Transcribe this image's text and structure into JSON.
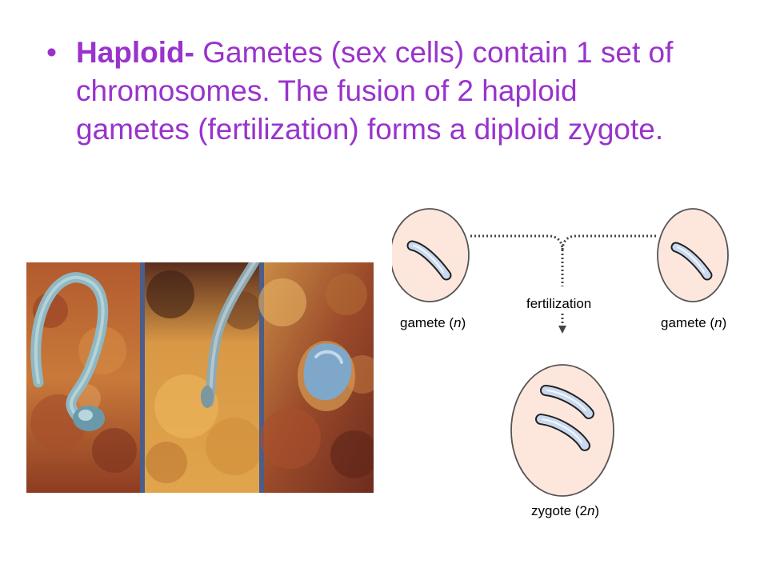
{
  "slide": {
    "bullet_symbol": "•",
    "term": "Haploid-",
    "body_text": " Gametes (sex cells) contain 1 set of chromosomes. The fusion of 2 haploid gametes (fertilization) forms a diploid zygote.",
    "text_color": "#9933cc"
  },
  "diagram": {
    "gamete_left_label": "gamete (",
    "gamete_left_n": "n",
    "gamete_left_close": ")",
    "gamete_right_label": "gamete (",
    "gamete_right_n": "n",
    "gamete_right_close": ")",
    "fertilization_label": "fertilization",
    "zygote_label": "zygote (2",
    "zygote_n": "n",
    "zygote_close": ")",
    "cell_fill": "#fde7dd",
    "chromosome_fill": "#c9d9ef"
  }
}
